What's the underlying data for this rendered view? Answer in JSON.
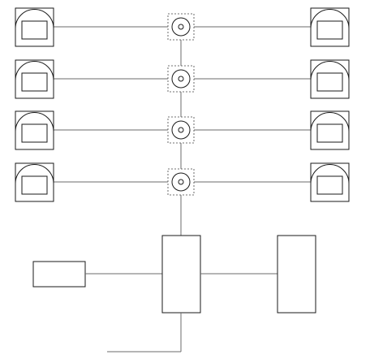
{
  "diagram": {
    "kind": "wiring-schematic",
    "floors": 4,
    "stations_per_floor": 2,
    "junction_icon": "coaxial-splitter-icon",
    "station_icon": "door-phone-station-icon",
    "colors": {
      "line": "#6b6b6b",
      "outline": "#1a1a1a",
      "background": "#ffffff"
    }
  }
}
